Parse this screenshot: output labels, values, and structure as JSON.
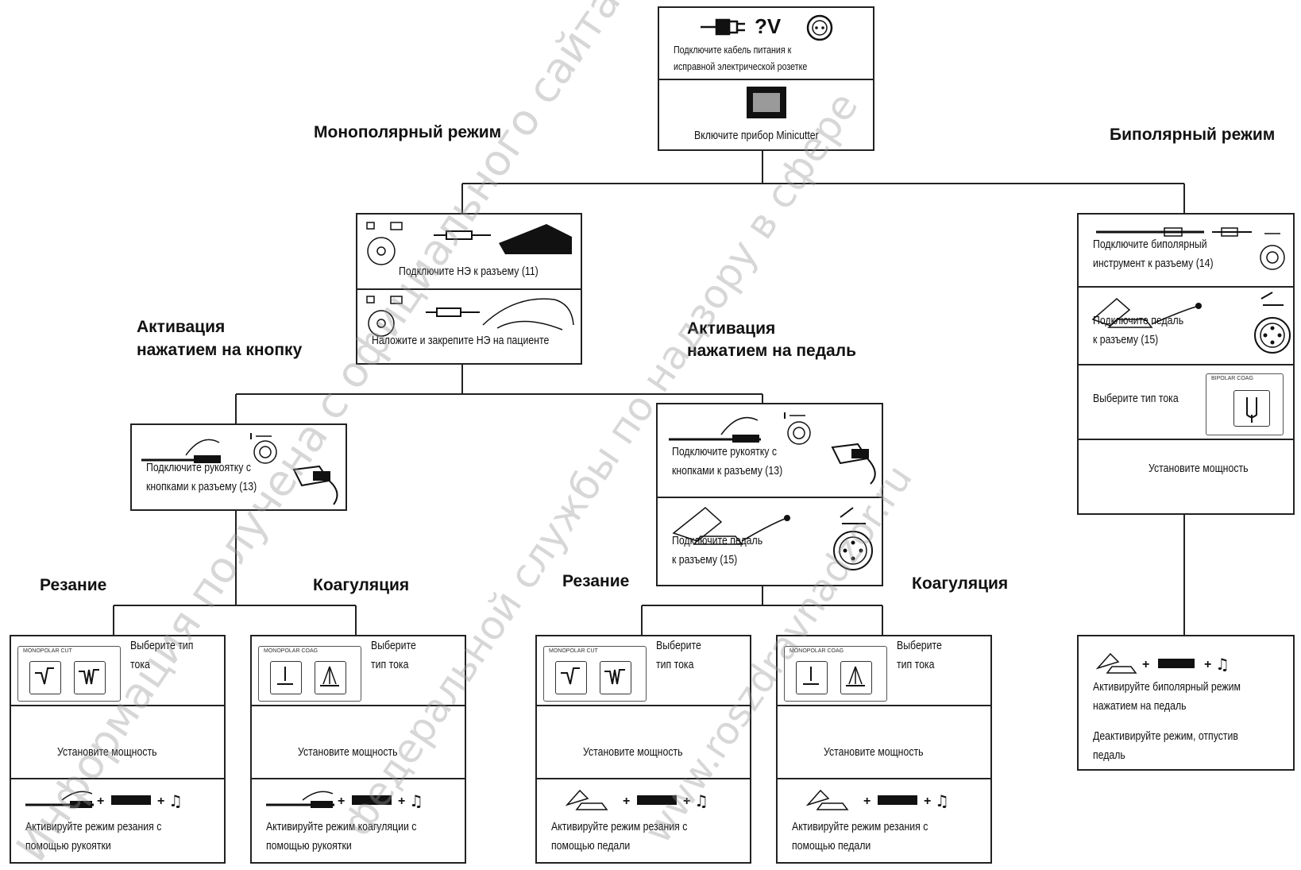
{
  "headings": {
    "monopolar": "Монополярный режим",
    "bipolar": "Биполярный режим",
    "button_activation": [
      "Активация",
      "нажатием на кнопку"
    ],
    "pedal_activation": [
      "Активация",
      "нажатием на педаль"
    ],
    "cut_left": "Резание",
    "coag_left": "Коагуляция",
    "cut_right": "Резание",
    "coag_right": "Коагуляция"
  },
  "top": {
    "plug_symbol": "?V",
    "power_line1": "Подключите кабель питания к",
    "power_line2": "исправной электрической розетке",
    "switch_on": "Включите прибор Minicutter"
  },
  "mono_common": {
    "ne_connect": "Подключите НЭ к разъему (11)",
    "ne_apply": "Наложите и закрепите НЭ на пациенте"
  },
  "button_branch": {
    "handle_line1": "Подключите рукоятку с",
    "handle_line2": "кнопками к разъему (13)"
  },
  "pedal_branch": {
    "handle_line1": "Подключите рукоятку с",
    "handle_line2": "кнопками к разъему (13)",
    "pedal_line1": "Подключите педаль",
    "pedal_line2": "к разъему (15)"
  },
  "leaf_columns": [
    {
      "select_line1": "Выберите тип",
      "select_line2": "тока",
      "panel_title": "MONOPOLAR CUT",
      "keys": [
        "cut-wave-icon",
        "blend-wave-icon"
      ],
      "power": "Установите мощность",
      "act_line1": "Активируйте режим резания с",
      "act_line2": "помощью рукоятки",
      "activator": "handle-icon"
    },
    {
      "select_line1": "Выберите",
      "select_line2": "тип тока",
      "panel_title": "MONOPOLAR COAG",
      "keys": [
        "coag-icon",
        "spray-coag-icon"
      ],
      "power": "Установите мощность",
      "act_line1": "Активируйте режим коагуляции с",
      "act_line2": "помощью рукоятки",
      "activator": "handle-icon"
    },
    {
      "select_line1": "Выберите",
      "select_line2": "тип тока",
      "panel_title": "MONOPOLAR CUT",
      "keys": [
        "cut-wave-icon",
        "blend-wave-icon"
      ],
      "power": "Установите мощность",
      "act_line1": "Активируйте режим резания с",
      "act_line2": "помощью педали",
      "activator": "pedal-icon"
    },
    {
      "select_line1": "Выберите",
      "select_line2": "тип тока",
      "panel_title": "MONOPOLAR COAG",
      "keys": [
        "coag-icon",
        "spray-coag-icon"
      ],
      "power": "Установите мощность",
      "act_line1": "Активируйте режим резания с",
      "act_line2": "помощью педали",
      "activator": "pedal-icon"
    }
  ],
  "bipolar": {
    "instrument_line1": "Подключите биполярный",
    "instrument_line2": "инструмент к разъему (14)",
    "pedal_line1": "Подключите педаль",
    "pedal_line2": "к разъему (15)",
    "select": "Выберите тип тока",
    "panel_title": "BIPOLAR COAG",
    "power": "Установите мощность",
    "act_line1": "Активируйте биполярный режим",
    "act_line2": "нажатием на педаль",
    "deact_line1": "Деактивируйте режим, отпустив",
    "deact_line2": "педаль"
  },
  "watermarks": [
    "Информация получена с официального сайта",
    "федеральной службы по надзору в сфере",
    "www.roszdravnadzor.ru"
  ],
  "colors": {
    "line": "#222222",
    "watermark": "#9a9a9a"
  }
}
